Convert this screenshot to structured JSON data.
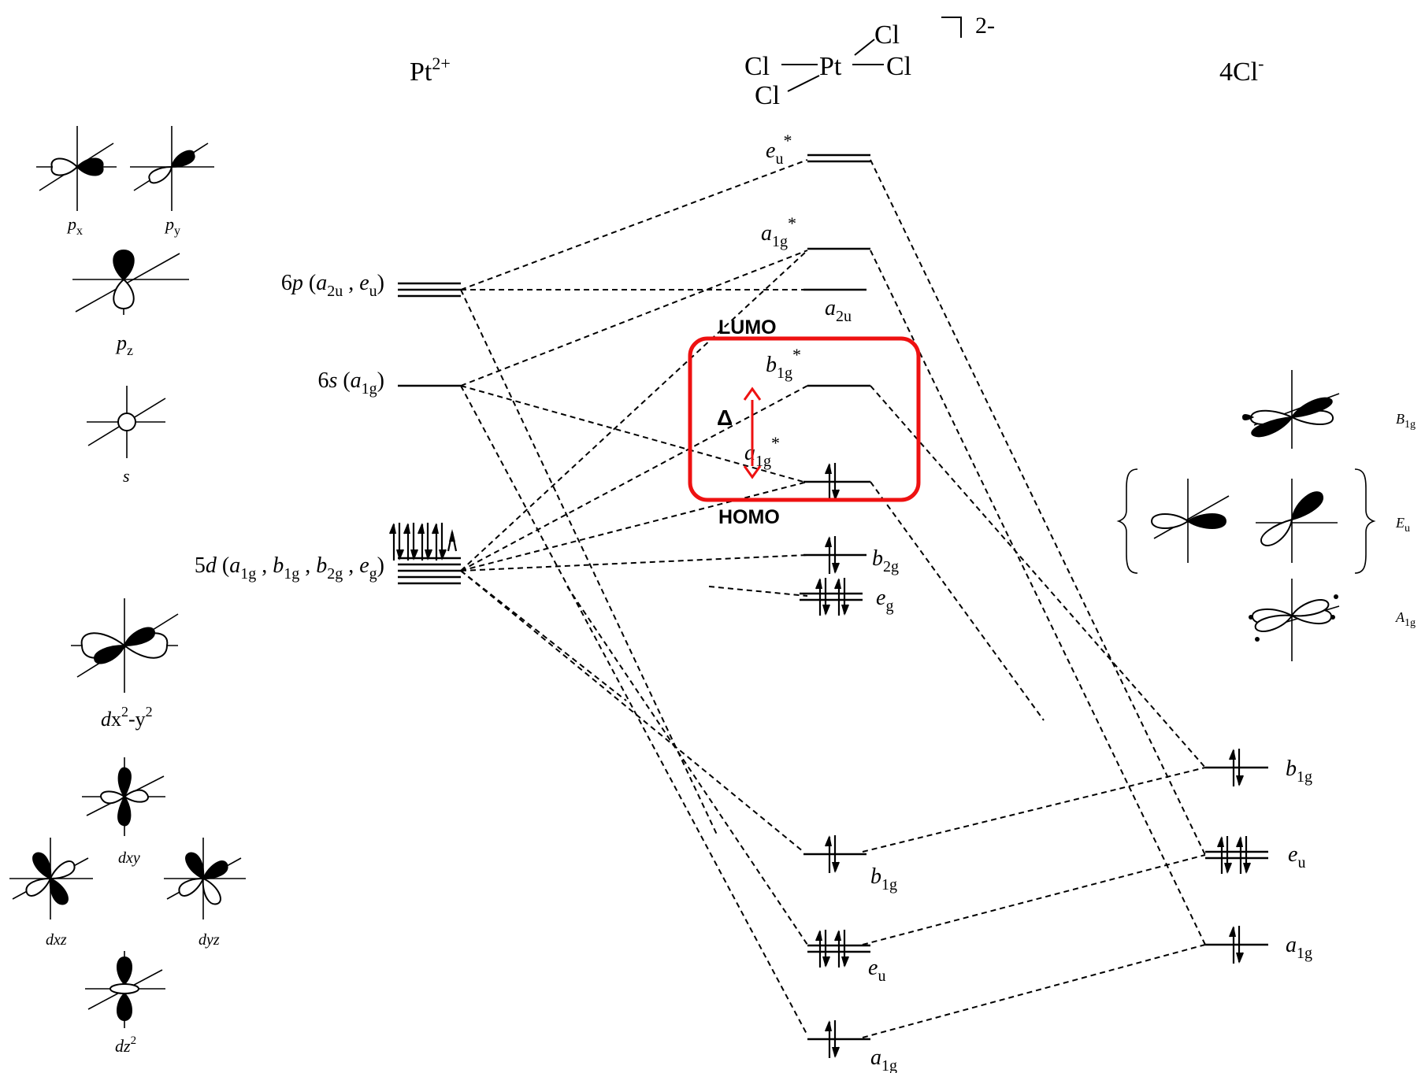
{
  "columns": {
    "metal": {
      "base": "Pt",
      "sup": "2+"
    },
    "ligand": {
      "text": "4Cl",
      "sup": "-"
    },
    "complex": {
      "atom_cl": "Cl",
      "atom_pt": "Pt",
      "charge": "2-"
    }
  },
  "metal_levels": {
    "p6": {
      "prefix": "6",
      "orb": "p",
      "sym1": "a",
      "sub1": "2u",
      "sym2": "e",
      "sub2": "u"
    },
    "s6": {
      "prefix": "6",
      "orb": "s",
      "sym1": "a",
      "sub1": "1g"
    },
    "d5": {
      "prefix": "5",
      "orb": "d",
      "sym1": "a",
      "sub1": "1g",
      "sym2": "b",
      "sub2": "1g",
      "sym3": "b",
      "sub3": "2g",
      "sym4": "e",
      "sub4": "g"
    }
  },
  "complex_levels": {
    "eu_star": {
      "sym": "e",
      "sub": "u",
      "star": "*"
    },
    "a1g_star_upper": {
      "sym": "a",
      "sub": "1g",
      "star": "*"
    },
    "a2u": {
      "sym": "a",
      "sub": "2u"
    },
    "b1g_star": {
      "sym": "b",
      "sub": "1g",
      "star": "*"
    },
    "a1g_star_lower": {
      "sym": "a",
      "sub": "1g",
      "star": "*"
    },
    "b2g": {
      "sym": "b",
      "sub": "2g"
    },
    "eg": {
      "sym": "e",
      "sub": "g"
    },
    "b1g": {
      "sym": "b",
      "sub": "1g"
    },
    "eu": {
      "sym": "e",
      "sub": "u"
    },
    "a1g": {
      "sym": "a",
      "sub": "1g"
    }
  },
  "ligand_levels": {
    "b1g": {
      "sym": "b",
      "sub": "1g"
    },
    "eu": {
      "sym": "e",
      "sub": "u"
    },
    "a1g": {
      "sym": "a",
      "sub": "1g"
    }
  },
  "highlight": {
    "lumo": "LUMO",
    "homo": "HOMO",
    "delta": "Δ",
    "color": "#ee1111"
  },
  "metal_orbitals": {
    "px": {
      "orb": "p",
      "sub": "x"
    },
    "py": {
      "orb": "p",
      "sub": "y"
    },
    "pz": {
      "orb": "p",
      "sub": "z"
    },
    "s": "s",
    "dx2y2": {
      "orb": "d",
      "x": "x",
      "two_a": "2",
      "dash": "-y",
      "two_b": "2"
    },
    "dxy": "dxy",
    "dxz": "dxz",
    "dyz": "dyz",
    "dz2": {
      "orb": "dz",
      "two": "2"
    }
  },
  "ligand_salcs": {
    "B1g": {
      "sym": "B",
      "sub": "1g"
    },
    "Eu": {
      "sym": "E",
      "sub": "u"
    },
    "A1g": {
      "sym": "A",
      "sub": "1g"
    }
  }
}
